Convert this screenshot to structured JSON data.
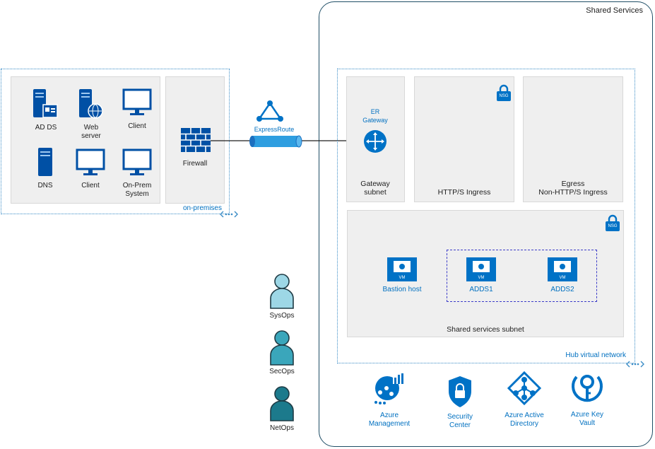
{
  "shared_services": {
    "title": "Shared Services"
  },
  "onprem": {
    "label": "on-premises",
    "servers": [
      {
        "label": "AD DS"
      },
      {
        "label": "Web\nserver"
      },
      {
        "label": "Client"
      },
      {
        "label": "DNS"
      },
      {
        "label": "Client"
      },
      {
        "label": "On-Prem\nSystem"
      }
    ],
    "firewall": "Firewall"
  },
  "expressroute": {
    "label": "ExpressRoute"
  },
  "hub": {
    "label": "Hub virtual network",
    "gateway_subnet": {
      "top": "ER\nGateway",
      "bottom": "Gateway\nsubnet"
    },
    "http_ingress": "HTTP/S Ingress",
    "egress": "Egress\nNon-HTTP/S Ingress",
    "nsg": "NSG",
    "shared_subnet": {
      "label": "Shared services subnet",
      "vm_badge": "VM",
      "vms": [
        {
          "label": "Bastion host"
        },
        {
          "label": "ADDS1"
        },
        {
          "label": "ADDS2"
        }
      ]
    }
  },
  "services": [
    {
      "label": "Azure\nManagement"
    },
    {
      "label": "Security\nCenter"
    },
    {
      "label": "Azure Active\nDirectory"
    },
    {
      "label": "Azure Key\nVault"
    }
  ],
  "personas": [
    {
      "label": "SysOps",
      "color": "#9dd7e6"
    },
    {
      "label": "SecOps",
      "color": "#3aa6bb"
    },
    {
      "label": "NetOps",
      "color": "#1c7a8c"
    }
  ],
  "colors": {
    "azure_blue": "#0072c6",
    "outline": "#1f4e66",
    "dotted": "#3a8cc6"
  }
}
